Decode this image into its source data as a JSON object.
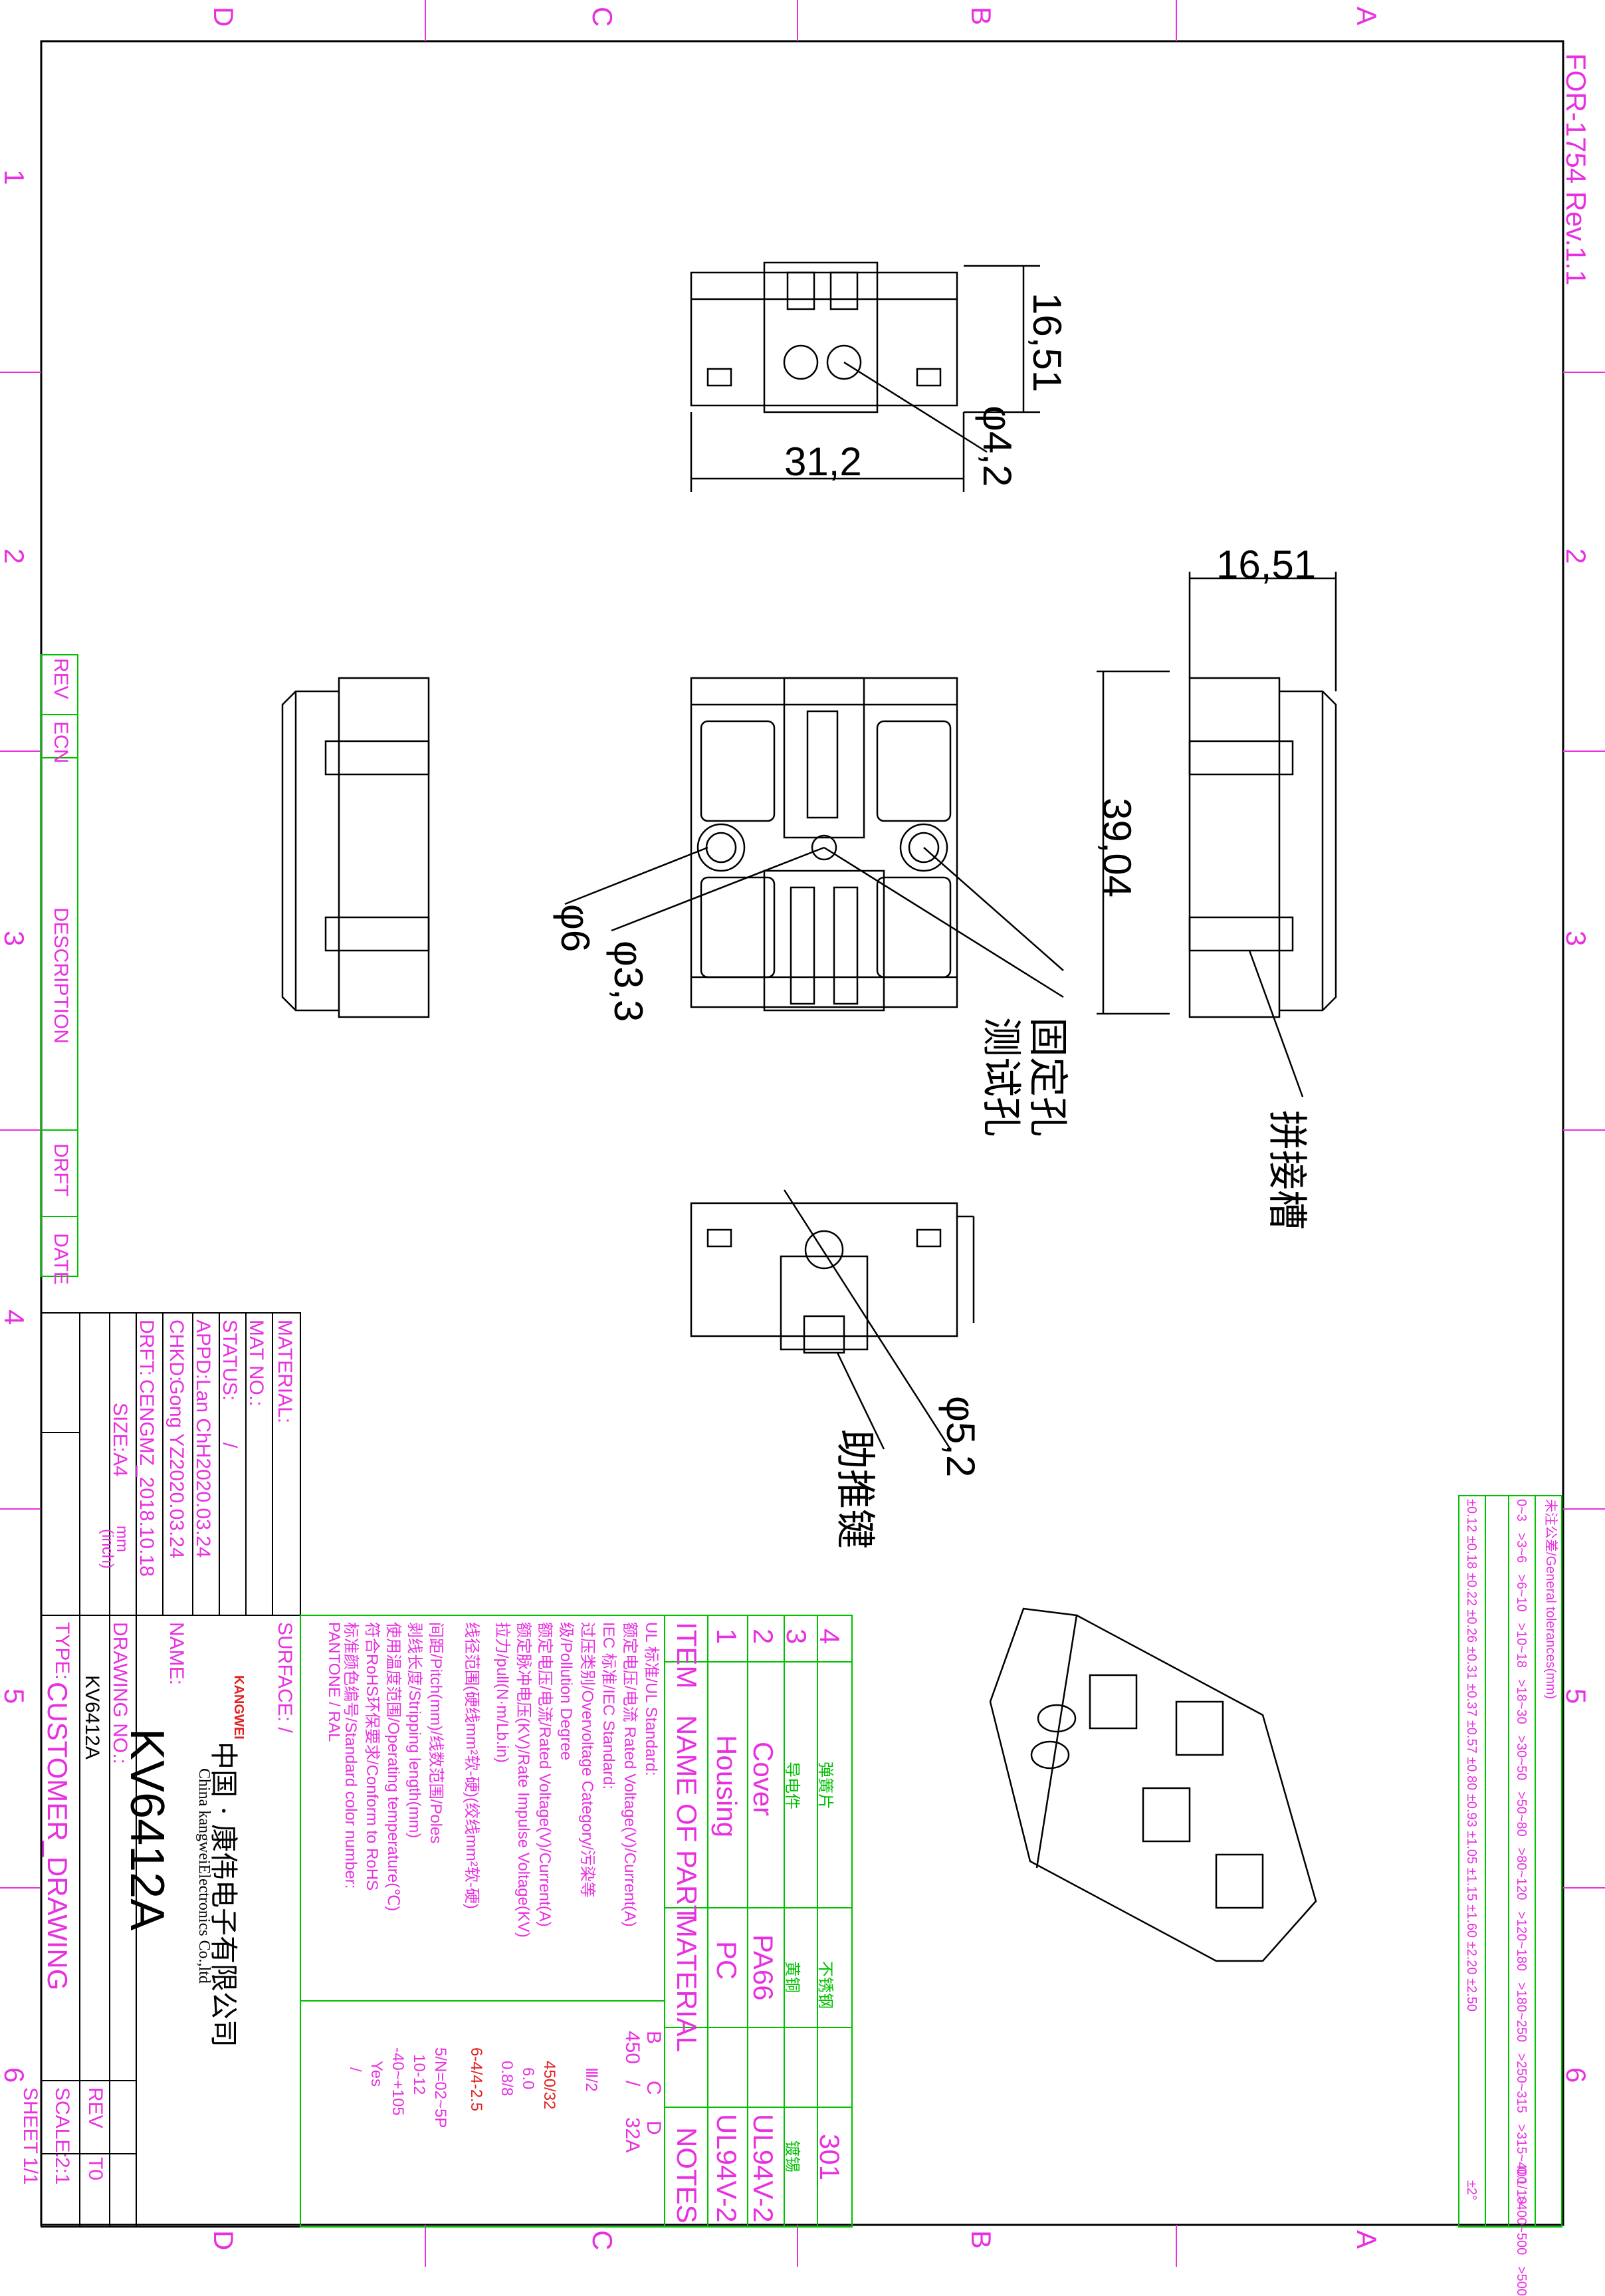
{
  "form_no": "FOR-1754 Rev.1.1",
  "zone_letters": [
    "D",
    "C",
    "B",
    "A"
  ],
  "zone_numbers": [
    "1",
    "2",
    "3",
    "4",
    "5",
    "6"
  ],
  "revision_block": {
    "rev": "REV",
    "ecn": "ECN",
    "description": "DESCRIPTION",
    "drft": "DRFT",
    "date": "DATE"
  },
  "dimensions": {
    "top_width": "31,2",
    "top_height": "16,51",
    "top_hole": "φ4,2",
    "side_width": "16,51",
    "side_height": "39,04",
    "hole_6": "φ6",
    "hole_3_3": "φ3,3",
    "hole_5_2": "φ5,2"
  },
  "callouts": {
    "fixing_hole": "固定孔",
    "test_hole": "测试孔",
    "splice_slot": "拼接槽",
    "push_key": "助推键"
  },
  "title_block": {
    "material": "MATERIAL:",
    "mat_no": "MAT NO.:",
    "status": "STATUS:",
    "status_val": "/",
    "appd": "APPD:",
    "appd_val": "Lan  ChH2020.03.24",
    "chkd": "CHKD:",
    "chkd_val": "Gong  YZ2020.03.24",
    "drft": "DRFT:",
    "drft_val": "CENGMZ_2018.10.18",
    "size": "SIZE:A4",
    "unit": "mm",
    "unit_alt": "(inch)",
    "drawing_no_label": "DRAWING NO.:",
    "drawing_no": "KV6412A",
    "type_label": "TYPE:",
    "type": "CUSTOMER_DRAWING",
    "name_label": "NAME:",
    "name": "KV6412A",
    "company_cn": "中国 · 康伟电子有限公司",
    "company_en": "China kangweiElectronics Co.,ltd",
    "brand": "KANGWEI",
    "scale_label": "SCALE:",
    "scale": "2:1",
    "rev_label": "REV",
    "rev_val": "T0",
    "sheet_label": "SHEET",
    "sheet": "1/1",
    "surface": "SURFACE: /"
  },
  "parts_table": {
    "headers": [
      "ITEM",
      "NAME OF PART",
      "MATERIAL",
      "NOTES"
    ],
    "rows": [
      {
        "item": "4",
        "name": "弹簧片",
        "material": "不锈钢",
        "notes": "301"
      },
      {
        "item": "3",
        "name": "导电件",
        "material": "黄铜",
        "notes": "镀锡"
      },
      {
        "item": "2",
        "name": "Cover",
        "material": "PA66",
        "notes": "UL94V-2"
      },
      {
        "item": "1",
        "name": "Housing",
        "material": "PC",
        "notes": "UL94V-2"
      }
    ],
    "abcd": [
      "B",
      "C",
      "D"
    ],
    "spec_row": [
      "450",
      "/",
      "32A"
    ]
  },
  "specs": [
    {
      "label": "UL 标准/UL Standard:",
      "value": ""
    },
    {
      "label": "额定电压/电流 Rated Voltage(V)/Current(A)",
      "value": ""
    },
    {
      "label": "IEC 标准/IEC Standard:",
      "value": ""
    },
    {
      "label": "过压类别/Overvoltage Category/污染等",
      "value": "Ⅲ/2"
    },
    {
      "label": "级/Pollution Degree",
      "value": ""
    },
    {
      "label": "额定电压/电流/Rated Voltage(V)/Current(A)",
      "value": "450/32"
    },
    {
      "label": "额定脉冲电压(KV)/Rate Impulse Voltage(KV)",
      "value": "6.0"
    },
    {
      "label": "拉力/pull(N·m/Lb.in)",
      "value": "0.8/8"
    },
    {
      "label": "线径范围(硬线mm²软-硬)(绞线mm²软-硬)",
      "value": "6-4/4-2.5"
    },
    {
      "label": "间距/Pitch(mm)/线数范围/Poles",
      "value": "5/N=02~5P"
    },
    {
      "label": "剥线长度/Stripping length(mm)",
      "value": "10-12"
    },
    {
      "label": "使用温度范围/Operating temperature(℃)",
      "value": "-40~+105"
    },
    {
      "label": "符合RoHS环保要求/Conform to RoHS",
      "value": "Yes"
    },
    {
      "label": "标准颜色编号/Standard color number:",
      "value": "/"
    },
    {
      "label": "PANTONE / RAL",
      "value": ""
    }
  ],
  "tolerance": {
    "title": "未注公差/General tolerances(mm)",
    "ranges": [
      "0~3",
      ">3~6",
      ">6~10",
      ">10~18",
      ">18~30",
      ">30~50",
      ">50~80",
      ">80~120",
      ">120~180",
      ">180~250",
      ">250~315",
      ">315~400",
      ">400~500",
      ">500"
    ],
    "values": [
      "±0.12",
      "±0.18",
      "±0.22",
      "±0.26",
      "±0.31",
      "±0.37",
      "±0.57",
      "±0.80",
      "±0.93",
      "±1.05",
      "±1.15",
      "±1.60",
      "±2.20",
      "±2.50"
    ],
    "angle": "0.1/10",
    "angle_tol": "±2°"
  }
}
